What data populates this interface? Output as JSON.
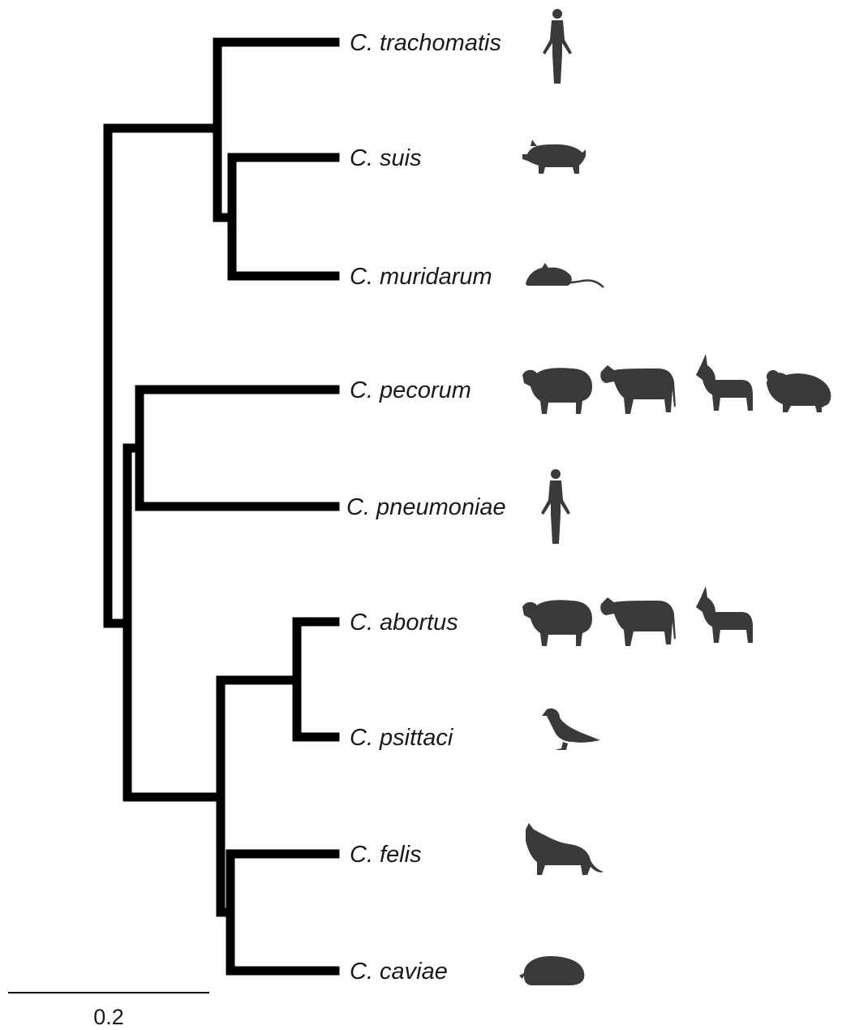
{
  "tree": {
    "taxa": [
      {
        "id": "trachomatis",
        "label": "C. trachomatis",
        "hosts": [
          "human-icon"
        ]
      },
      {
        "id": "suis",
        "label": "C. suis",
        "hosts": [
          "pig-icon"
        ]
      },
      {
        "id": "muridarum",
        "label": "C. muridarum",
        "hosts": [
          "mouse-icon"
        ]
      },
      {
        "id": "pecorum",
        "label": "C. pecorum",
        "hosts": [
          "sheep-icon",
          "cow-icon",
          "goat-icon",
          "koala-icon"
        ]
      },
      {
        "id": "pneumoniae",
        "label": "C. pneumoniae",
        "hosts": [
          "human-icon"
        ]
      },
      {
        "id": "abortus",
        "label": "C. abortus",
        "hosts": [
          "sheep-icon",
          "cow-icon",
          "goat-icon"
        ]
      },
      {
        "id": "psittaci",
        "label": "C. psittaci",
        "hosts": [
          "bird-icon"
        ]
      },
      {
        "id": "felis",
        "label": "C. felis",
        "hosts": [
          "cat-icon"
        ]
      },
      {
        "id": "caviae",
        "label": "C. caviae",
        "hosts": [
          "guinea-pig-icon"
        ]
      }
    ],
    "scale_bar": {
      "label": "0.2"
    },
    "colors": {
      "branch": "#000000",
      "icon": "#3a3a3a",
      "text": "#1a1a1a"
    }
  }
}
